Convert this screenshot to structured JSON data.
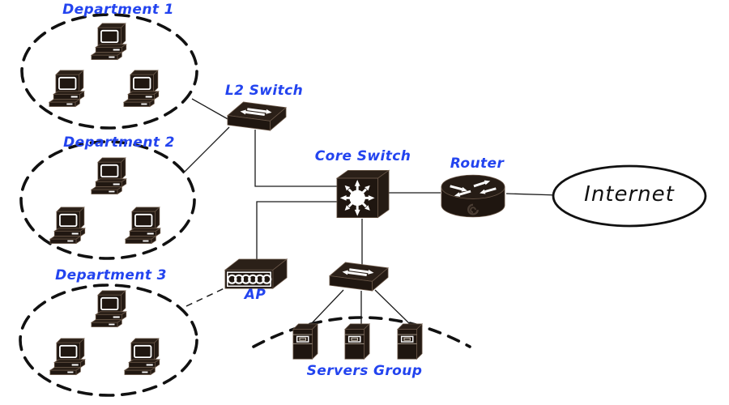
{
  "colors": {
    "label_blue": "#2344ef",
    "internet_label": "#111111",
    "device_dark": "#201711",
    "line_black": "#1a1a1a"
  },
  "nodes": {
    "department1": {
      "label": "Department 1",
      "computers": 3
    },
    "department2": {
      "label": "Department 2",
      "computers": 3
    },
    "department3": {
      "label": "Department 3",
      "computers": 3
    },
    "l2_switch": {
      "label": "L2 Switch"
    },
    "core_switch": {
      "label": "Core Switch"
    },
    "router": {
      "label": "Router"
    },
    "internet": {
      "label": "Internet"
    },
    "ap": {
      "label": "AP"
    },
    "servers_switch": {
      "label": ""
    },
    "servers_group": {
      "label": "Servers Group",
      "servers": 3
    }
  },
  "links": [
    {
      "from": "department1",
      "to": "l2_switch",
      "style": "solid"
    },
    {
      "from": "department2",
      "to": "l2_switch",
      "style": "solid"
    },
    {
      "from": "l2_switch",
      "to": "core_switch",
      "style": "solid"
    },
    {
      "from": "ap",
      "to": "core_switch",
      "style": "solid"
    },
    {
      "from": "core_switch",
      "to": "router",
      "style": "solid"
    },
    {
      "from": "router",
      "to": "internet",
      "style": "solid"
    },
    {
      "from": "core_switch",
      "to": "servers_switch",
      "style": "solid"
    },
    {
      "from": "servers_switch",
      "to": "server1",
      "style": "solid"
    },
    {
      "from": "servers_switch",
      "to": "server2",
      "style": "solid"
    },
    {
      "from": "servers_switch",
      "to": "server3",
      "style": "solid"
    },
    {
      "from": "department3",
      "to": "ap",
      "style": "dashed"
    }
  ]
}
